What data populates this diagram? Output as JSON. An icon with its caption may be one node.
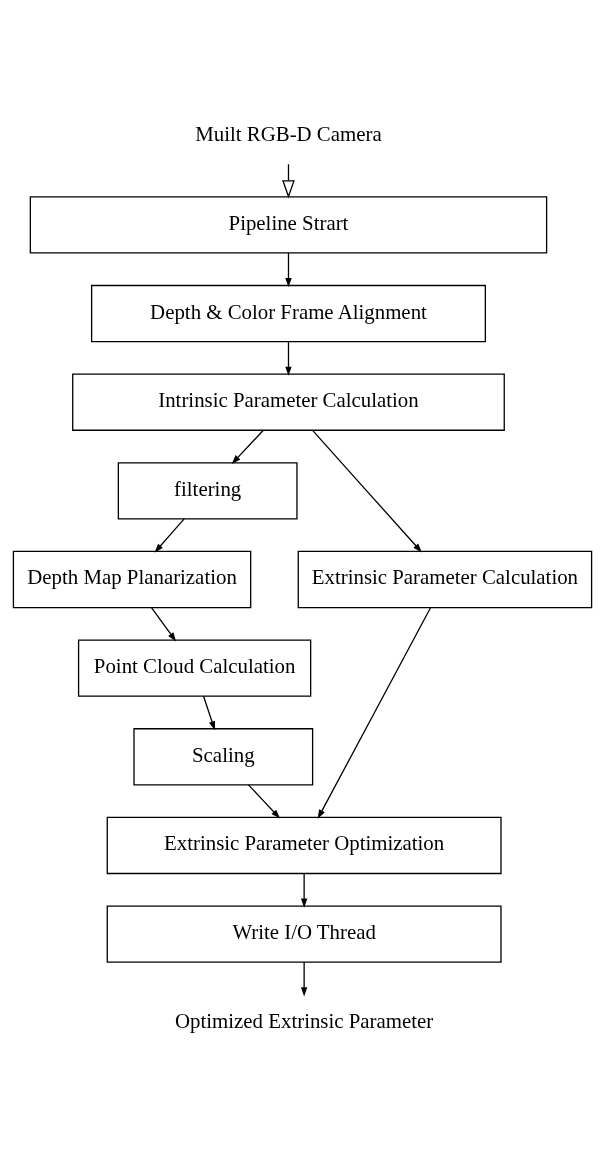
{
  "diagram": {
    "nodes": [
      {
        "text": [
          "Muilt RGB-D Camera"
        ]
      },
      {
        "text": [
          "Pipeline Strart"
        ]
      },
      {
        "text": [
          "Depth & Color Frame Alignment"
        ]
      },
      {
        "text": [
          "Intrinsic Parameter Calculation"
        ]
      },
      {
        "text": [
          "filtering"
        ]
      },
      {
        "text": [
          "Depth Map Planarization"
        ]
      },
      {
        "text": [
          "Point Cloud Calculation"
        ]
      },
      {
        "text": [
          "Scaling"
        ]
      },
      {
        "text": [
          "Extrinsic Parameter Calculation"
        ]
      },
      {
        "text": [
          "Extrinsic Parameter Optimization"
        ]
      },
      {
        "text": [
          "Write I/O Thread"
        ]
      },
      {
        "text": [
          "Optimized Extrinsic Parameter"
        ]
      }
    ],
    "edges": [
      {
        "from": 0,
        "to": 1,
        "arrow": "to"
      },
      {
        "from": 1,
        "to": 2,
        "arrow": "to"
      },
      {
        "from": 2,
        "to": 3,
        "arrow": "to"
      },
      {
        "from": 3,
        "to": 4,
        "arrow": "to"
      },
      {
        "from": 3,
        "to": 8,
        "arrow": "to"
      },
      {
        "from": 4,
        "to": 5,
        "arrow": "to"
      },
      {
        "from": 5,
        "to": 6,
        "arrow": "to"
      },
      {
        "from": 6,
        "to": 7,
        "arrow": "to"
      },
      {
        "from": 7,
        "to": 9,
        "arrow": "to"
      },
      {
        "from": 8,
        "to": 9,
        "arrow": "to"
      },
      {
        "from": 9,
        "to": 10,
        "arrow": "to"
      },
      {
        "from": 10,
        "to": 11,
        "arrow": "to"
      }
    ]
  }
}
